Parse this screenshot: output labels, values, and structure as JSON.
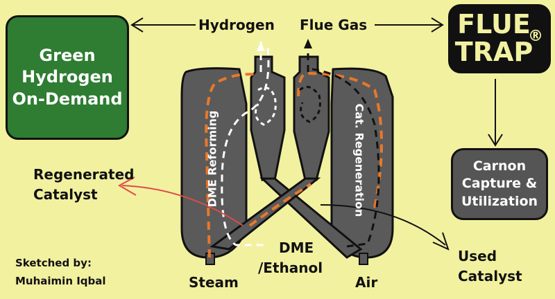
{
  "boxes": {
    "green_hydrogen": [
      "Green",
      "Hydrogen",
      "On-Demand"
    ],
    "flue_trap": [
      "FLUE",
      "TRAP"
    ],
    "flue_trap_mark": "®",
    "carbon_capture": [
      "Carnon",
      "Capture &",
      "Utilization"
    ]
  },
  "labels": {
    "hydrogen": "Hydrogen",
    "flue_gas": "Flue Gas",
    "regenerated": [
      "Regenerated",
      "Catalyst"
    ],
    "dme_reforming": "DME Reforming",
    "cat_regeneration": "Cat. Regeneration",
    "dme_ethanol": [
      "DME",
      "/Ethanol"
    ],
    "steam": "Steam",
    "air": "Air",
    "used_catalyst": [
      "Used",
      "Catalyst"
    ],
    "sketched_by": [
      "Sketched by:",
      "Muhaimin Iqbal"
    ]
  },
  "colors": {
    "background": "#f2f1a0",
    "green_box": "#2e7d32",
    "flue_box": "#111111",
    "carbon_box": "#555555",
    "reactor": "#5a5a5a",
    "orange_flow": "#e8782a",
    "red_arrow": "#e04a4a"
  }
}
